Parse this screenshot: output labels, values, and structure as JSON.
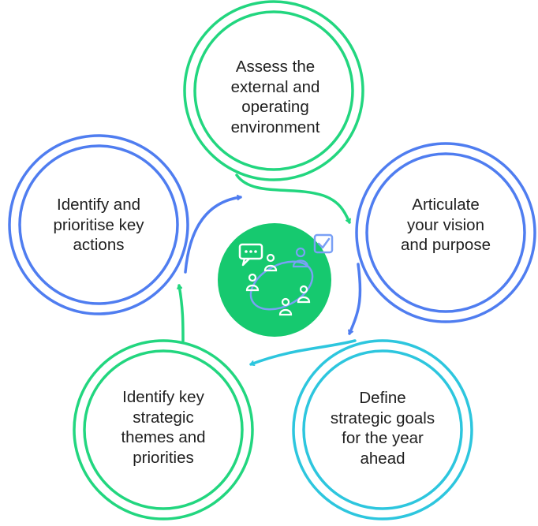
{
  "steps": [
    {
      "text": "Assess the\nexternal and\noperating\nenvironment",
      "color": "#22d67f"
    },
    {
      "text": "Articulate\nyour vision\nand purpose",
      "color": "#4f7df0"
    },
    {
      "text": "Define\nstrategic goals\nfor the year\nahead",
      "color": "#2dc6de"
    },
    {
      "text": "Identify key\nstrategic\nthemes and\npriorities",
      "color": "#22d67f"
    },
    {
      "text": "Identify and\nprioritise key\nactions",
      "color": "#4f7df0"
    }
  ],
  "center": {
    "icon": "team-collaboration-icon",
    "fill": "#16c96f",
    "icon_colors": {
      "white": "#ffffff",
      "blue": "#7aa0f5"
    }
  }
}
